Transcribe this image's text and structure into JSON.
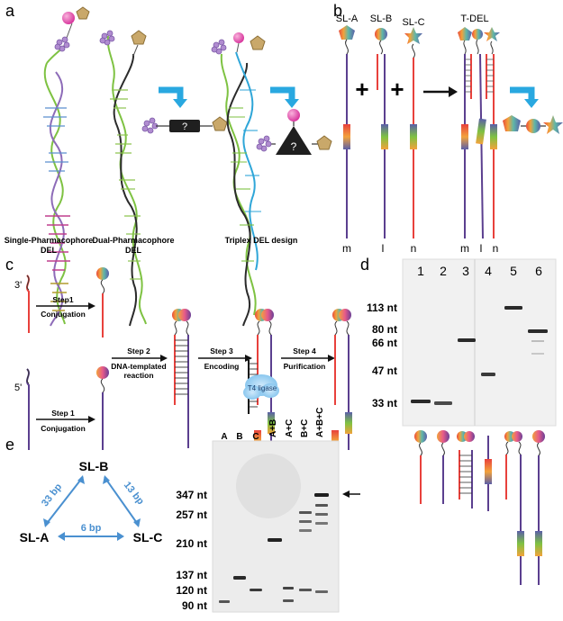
{
  "panels": {
    "a": {
      "letter": "a",
      "labels": [
        "Single-Pharmacophore",
        "DEL",
        "Dual-Pharmacophore",
        "DEL",
        "Triplex DEL design"
      ],
      "question_marks": [
        "?",
        "?"
      ]
    },
    "b": {
      "letter": "b",
      "top_labels": [
        "SL-A",
        "SL-B",
        "SL-C",
        "T-DEL"
      ],
      "operators": [
        "+",
        "+"
      ],
      "strand_labels": [
        "m",
        "l",
        "n",
        "m",
        "l",
        "n"
      ]
    },
    "c": {
      "letter": "c",
      "ends": [
        "3'",
        "5'"
      ],
      "steps": [
        {
          "title": "Step1",
          "desc": "Conjugation"
        },
        {
          "title": "Step 1",
          "desc": "Conjugation"
        },
        {
          "title": "Step 2",
          "desc": "DNA-templated",
          "desc2": "reaction"
        },
        {
          "title": "Step 3",
          "desc": "Encoding"
        },
        {
          "title": "Step 4",
          "desc": "Purification"
        }
      ],
      "enzyme": "T4 ligase"
    },
    "d": {
      "letter": "d",
      "lanes": [
        "1",
        "2",
        "3",
        "4",
        "5",
        "6"
      ],
      "markers": [
        "113 nt",
        "80 nt",
        "66 nt",
        "47 nt",
        "33 nt"
      ]
    },
    "e": {
      "letter": "e",
      "nodes": [
        "SL-B",
        "SL-A",
        "SL-C"
      ],
      "edges": [
        "33 bp",
        "13 bp",
        "6 bp"
      ],
      "lanes": [
        "A",
        "B",
        "C",
        "A+B",
        "A+C",
        "B+C",
        "A+B+C"
      ],
      "markers": [
        "347 nt",
        "257 nt",
        "210 nt",
        "137 nt",
        "120 nt",
        "90 nt"
      ]
    }
  },
  "colors": {
    "red": "#e8413c",
    "purple": "#5b3f8f",
    "green": "#7ec242",
    "blue_arrow": "#29a8e0",
    "triangle_blue": "#4a8ac4"
  }
}
